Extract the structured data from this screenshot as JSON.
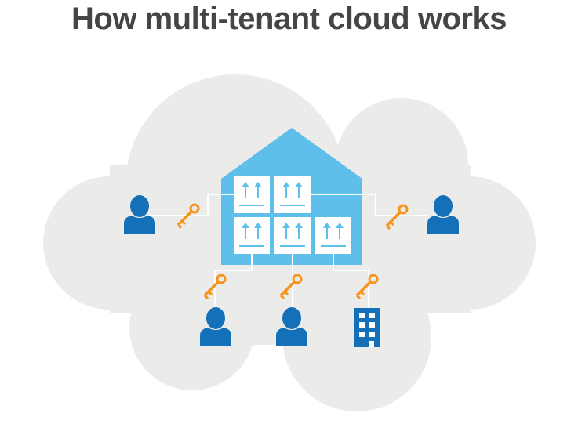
{
  "title": "How multi-tenant cloud works",
  "colors": {
    "cloud": "#ebebea",
    "house": "#5ebfea",
    "person": "#1470b8",
    "key": "#f7941d",
    "line": "#ffffff"
  },
  "tenants": [
    {
      "type": "person",
      "icon": "person-icon"
    },
    {
      "type": "person",
      "icon": "person-icon"
    },
    {
      "type": "person",
      "icon": "person-icon"
    },
    {
      "type": "person",
      "icon": "person-icon"
    },
    {
      "type": "organization",
      "icon": "building-icon"
    }
  ]
}
